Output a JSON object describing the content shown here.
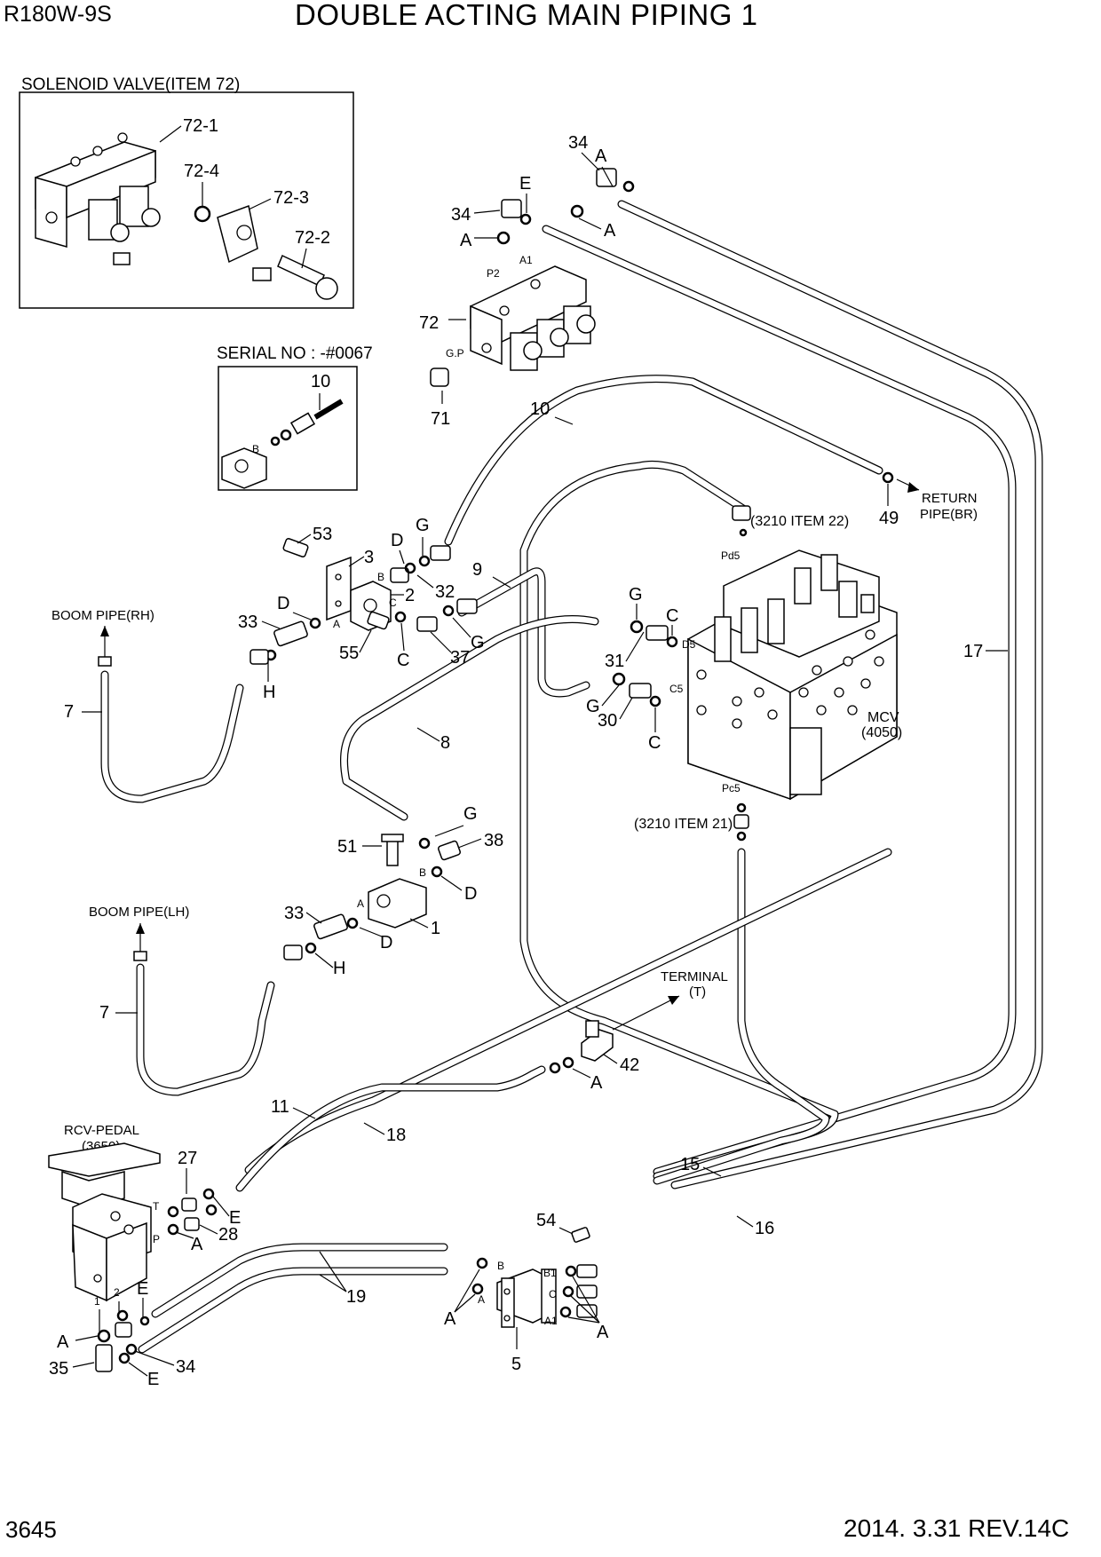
{
  "header": {
    "model": "R180W-9S",
    "title": "DOUBLE ACTING MAIN PIPING 1"
  },
  "footer": {
    "page_number": "3645",
    "revision": "2014. 3.31  REV.14C"
  },
  "insets": {
    "solenoid": {
      "title": "SOLENOID VALVE(ITEM 72)",
      "callouts": [
        "72-1",
        "72-4",
        "72-3",
        "72-2"
      ]
    },
    "serial": {
      "title": "SERIAL NO : -#0067",
      "callouts": [
        "10",
        "B"
      ]
    }
  },
  "annotations": {
    "boom_rh": "BOOM PIPE(RH)",
    "boom_lh": "BOOM PIPE(LH)",
    "return_1": "RETURN",
    "return_2": "PIPE(BR)",
    "ref_22": "(3210 ITEM 22)",
    "ref_21": "(3210 ITEM 21)",
    "mcv_1": "MCV",
    "mcv_2": "(4050)",
    "terminal_1": "TERMINAL",
    "terminal_2": "(T)",
    "rcv_1": "RCV-PEDAL",
    "rcv_2": "(3650)"
  },
  "callouts": {
    "n34a": "34",
    "nAa": "A",
    "nE1": "E",
    "n34b": "34",
    "nAb": "A",
    "nAc": "A",
    "n72": "72",
    "n71": "71",
    "n10": "10",
    "n49": "49",
    "n53": "53",
    "n3": "3",
    "nD1": "D",
    "nG1": "G",
    "n2": "2",
    "n32": "32",
    "n9": "9",
    "n33a": "33",
    "nD2": "D",
    "n55": "55",
    "nC1": "C",
    "n37": "37",
    "nG2": "G",
    "n7a": "7",
    "nHa": "H",
    "n8": "8",
    "nG3": "G",
    "nC2": "C",
    "n31": "31",
    "nG4": "G",
    "n30": "30",
    "nC3": "C",
    "n17": "17",
    "n51": "51",
    "nG5": "G",
    "n38": "38",
    "nD3": "D",
    "n33b": "33",
    "nD4": "D",
    "n1": "1",
    "n7b": "7",
    "nHb": "H",
    "n42": "42",
    "nAd": "A",
    "n11": "11",
    "n18": "18",
    "n15": "15",
    "n16": "16",
    "n27": "27",
    "nE2": "E",
    "n28": "28",
    "nAe": "A",
    "n54": "54",
    "n19": "19",
    "nAf": "A",
    "nAg": "A",
    "n5": "5",
    "nE3": "E",
    "nAh": "A",
    "n35": "35",
    "n34c": "34",
    "nE4": "E"
  },
  "port_labels": {
    "p2": "P2",
    "a1": "A1",
    "gp": "G.P",
    "pd5": "Pd5",
    "d5": "D5",
    "c5": "C5",
    "pc5": "Pc5",
    "blk3_b": "B",
    "blk3_a": "A",
    "blk3_c": "C",
    "blk1_b": "B",
    "blk1_a": "A",
    "rcv_t": "T",
    "rcv_p": "P",
    "rcv_1": "1",
    "rcv_2": "2",
    "blk5_b": "B",
    "blk5_a": "A",
    "blk5_b1": "B1",
    "blk5_c": "C",
    "blk5_a1": "A1"
  }
}
